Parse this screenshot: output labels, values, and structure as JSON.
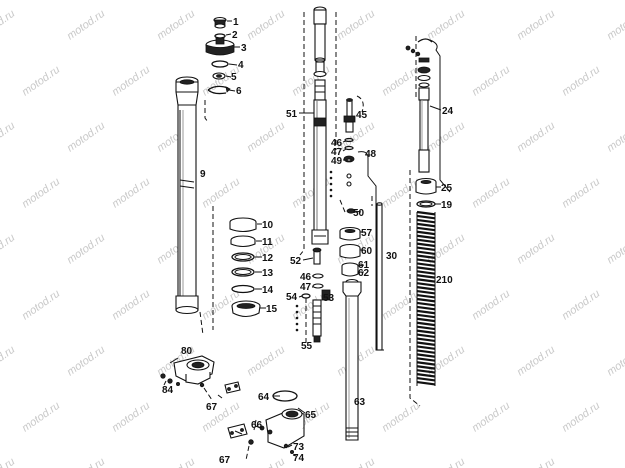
{
  "watermark": {
    "text": "motod.ru"
  },
  "labels": {
    "p1": "1",
    "p2": "2",
    "p3": "3",
    "p4": "4",
    "p5": "5",
    "p6": "6",
    "p9": "9",
    "p10": "10",
    "p11": "11",
    "p12": "12",
    "p13": "13",
    "p14": "14",
    "p15": "15",
    "p19": "19",
    "p24": "24",
    "p25": "25",
    "p30": "30",
    "p45": "45",
    "p46a": "46",
    "p46b": "46",
    "p47a": "47",
    "p47b": "47",
    "p48": "48",
    "p49": "49",
    "p50": "50",
    "p51": "51",
    "p52": "52",
    "p53": "53",
    "p54": "54",
    "p55": "55",
    "p57": "57",
    "p60": "60",
    "p61": "61",
    "p62": "62",
    "p63": "63",
    "p64": "64",
    "p65": "65",
    "p66": "66",
    "p67a": "67",
    "p67b": "67",
    "p73": "73",
    "p74": "74",
    "p80": "80",
    "p84": "84",
    "p210": "210"
  }
}
